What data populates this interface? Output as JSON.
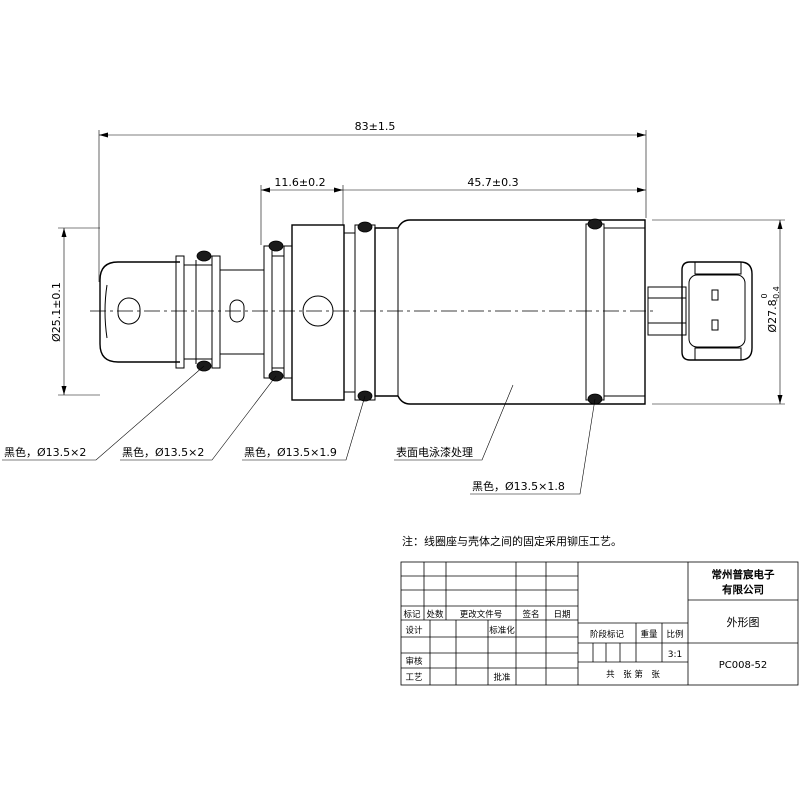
{
  "dimensions": {
    "overall_length": "83±1.5",
    "seat_length": "11.6±0.2",
    "body_length": "45.7±0.3",
    "left_diameter": "Ø25.1±0.1",
    "right_diameter": "Ø27.8",
    "right_diameter_tol_upper": "0",
    "right_diameter_tol_lower": "-0.4"
  },
  "callouts": {
    "seal1": "黑色，Ø13.5×2",
    "seal2": "黑色，Ø13.5×2",
    "seal3": "黑色，Ø13.5×1.9",
    "surface": "表面电泳漆处理",
    "seal4": "黑色，Ø13.5×1.8"
  },
  "note": "注：线圈座与壳体之间的固定采用铆压工艺。",
  "title_block": {
    "company_line1": "常州普宸电子",
    "company_line2": "有限公司",
    "drawing_name": "外形图",
    "drawing_number": "PC008-52",
    "scale": "3:1",
    "headers": {
      "mark": "标记",
      "count": "处数",
      "change_doc": "更改文件号",
      "signature": "签名",
      "date": "日期",
      "design": "设计",
      "standardize": "标准化",
      "stage_mark": "阶段标记",
      "weight": "重量",
      "scale_label": "比例",
      "review": "审核",
      "process": "工艺",
      "approve": "批准",
      "sheets": "共　张 第　张"
    }
  }
}
